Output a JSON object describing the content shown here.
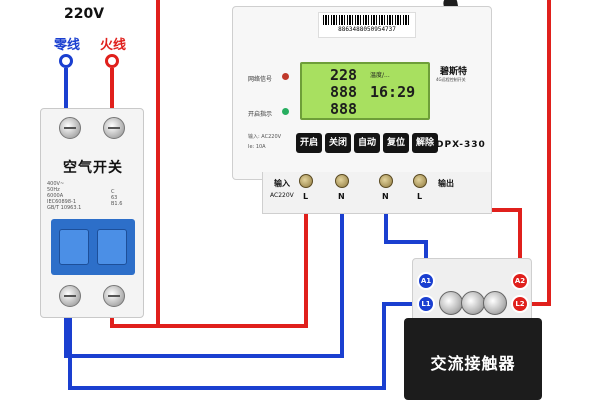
{
  "supply": {
    "voltage": "220V",
    "neutral_label": "零线",
    "live_label": "火线"
  },
  "breaker": {
    "title": "空气开关",
    "spec_lines": [
      "400V~",
      "50Hz",
      "6000A",
      "IEC60898-1",
      "GB/T 10963.1"
    ],
    "spec_lines_right": [
      "C",
      "63",
      "B1.6"
    ]
  },
  "controller": {
    "serial": "8863488050954737",
    "indicators": [
      {
        "label": "网络信号",
        "color": "#c0392b"
      },
      {
        "label": "开启指示",
        "color": "#27ae60"
      }
    ],
    "lcd": {
      "row1_value": "228",
      "row1_tag": "温度/...",
      "row2_value": "888",
      "row2_time": "16:29",
      "row3_value": "888"
    },
    "brand": "碧斯特",
    "brand_sub": "4G远程控制开关",
    "ratings": [
      "输入: AC220V",
      "Ie: 10A"
    ],
    "buttons": [
      "开启",
      "关闭",
      "自动",
      "复位",
      "解除"
    ],
    "model": "DPX-330",
    "input_label": "输入",
    "output_label": "输出",
    "input_sub": "AC220V",
    "terminals": [
      "L",
      "N",
      "N",
      "L"
    ]
  },
  "contactor": {
    "title": "交流接触器",
    "terminals": [
      "A1",
      "A2",
      "L1",
      "L2"
    ]
  },
  "colors": {
    "live": "#e0201c",
    "neutral": "#1a3fd0"
  }
}
